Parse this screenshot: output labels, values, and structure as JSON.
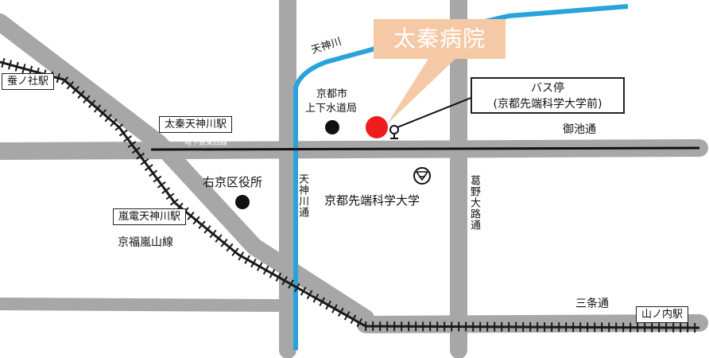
{
  "hospital": {
    "name": "太秦病院"
  },
  "bus_stop": {
    "title": "バス停",
    "subtitle": "(京都先端科学大学前)"
  },
  "stations": {
    "kaiko": "蚕ノ社駅",
    "uzumasa_tenjingawa": "太秦天神川駅",
    "randen_tenjingawa": "嵐電天神川駅",
    "yamanouchi": "山ノ内駅"
  },
  "landmarks": {
    "sewer_bureau_l1": "京都市",
    "sewer_bureau_l2": "上下水道局",
    "ward_office": "右京区役所",
    "university": "京都先端科学大学"
  },
  "roads": {
    "oike": "御池通",
    "sanjo": "三条通",
    "tenjingawa_dori": "天神川通",
    "kadono_oji": "葛野大路通",
    "subway_tozai": "地下鉄東西線"
  },
  "rivers": {
    "tenjingawa": "天神川"
  },
  "railways": {
    "keifuku_arashiyama": "京福嵐山線"
  },
  "colors": {
    "road": "#a7a7a7",
    "river": "#29a3dc",
    "hospital_marker": "#ee1c1c",
    "hospital_label_bg": "#f6c9a6",
    "rail": "#1a1a1a",
    "landmark_dot": "#111111"
  }
}
